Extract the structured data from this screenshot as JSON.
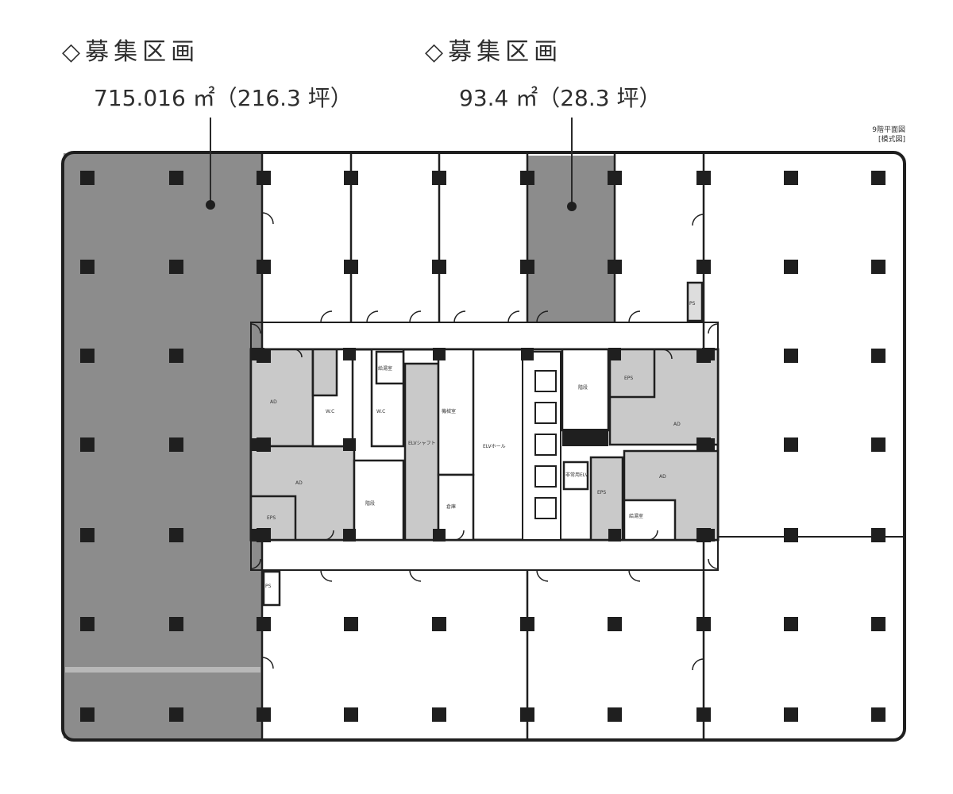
{
  "callouts": [
    {
      "heading": "◇募集区画",
      "area": "715.016 ㎡（216.3 坪）"
    },
    {
      "heading": "◇募集区画",
      "area": "93.4 ㎡（28.3 坪）"
    }
  ],
  "plan": {
    "title": "9階平面図",
    "subtitle": "[模式図]",
    "labels": {
      "ad1": "AD",
      "ad2": "AD",
      "ad3": "AD",
      "ad4": "AD",
      "eps1": "EPS",
      "eps2": "EPS",
      "eps3": "EPS",
      "wc_m": "W.C",
      "wc_f": "W.C",
      "elv_shaft": "ELVシャフト",
      "elv_hall": "ELVホール",
      "stair1": "階段",
      "stair2": "階段",
      "storage1": "給湯室",
      "storage2": "給湯室",
      "machine": "機械室",
      "toilet_room": "倉庫",
      "service_elv": "非常用ELV",
      "ps1": "PS",
      "ps2": "PS"
    }
  },
  "colors": {
    "leasable": "#8c8c8c",
    "core_room": "#c9c9c9",
    "wall": "#1f1f1f",
    "background": "#ffffff"
  }
}
